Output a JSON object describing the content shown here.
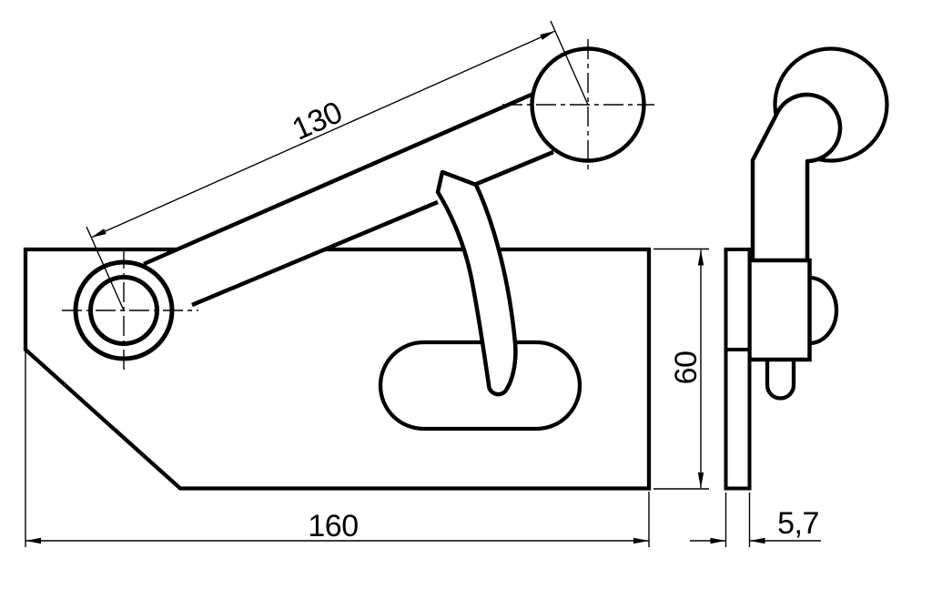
{
  "drawing": {
    "type": "technical-dimension-drawing",
    "subject": "hasp latch with lever arm, two orthographic views",
    "colors": {
      "background": "#ffffff",
      "line": "#000000"
    },
    "dimensions": {
      "lever_length": {
        "label": "130",
        "value": 130,
        "orientation": "aligned-with-lever"
      },
      "plate_height": {
        "label": "60",
        "value": 60,
        "orientation": "vertical"
      },
      "plate_length": {
        "label": "160",
        "value": 160,
        "orientation": "horizontal"
      },
      "plate_thickness": {
        "label": "5,7",
        "value": 5.7,
        "orientation": "horizontal"
      }
    },
    "views": [
      {
        "name": "front-view",
        "features": [
          "base-plate-with-chamfer",
          "pivot-bushing",
          "lever-arm",
          "knob",
          "curved-strap-hook",
          "obround-slot"
        ]
      },
      {
        "name": "side-view",
        "features": [
          "plate-edge",
          "hinge-block",
          "bushing-bulge",
          "strap-tab",
          "lever-arm-bent",
          "knob"
        ]
      }
    ]
  }
}
